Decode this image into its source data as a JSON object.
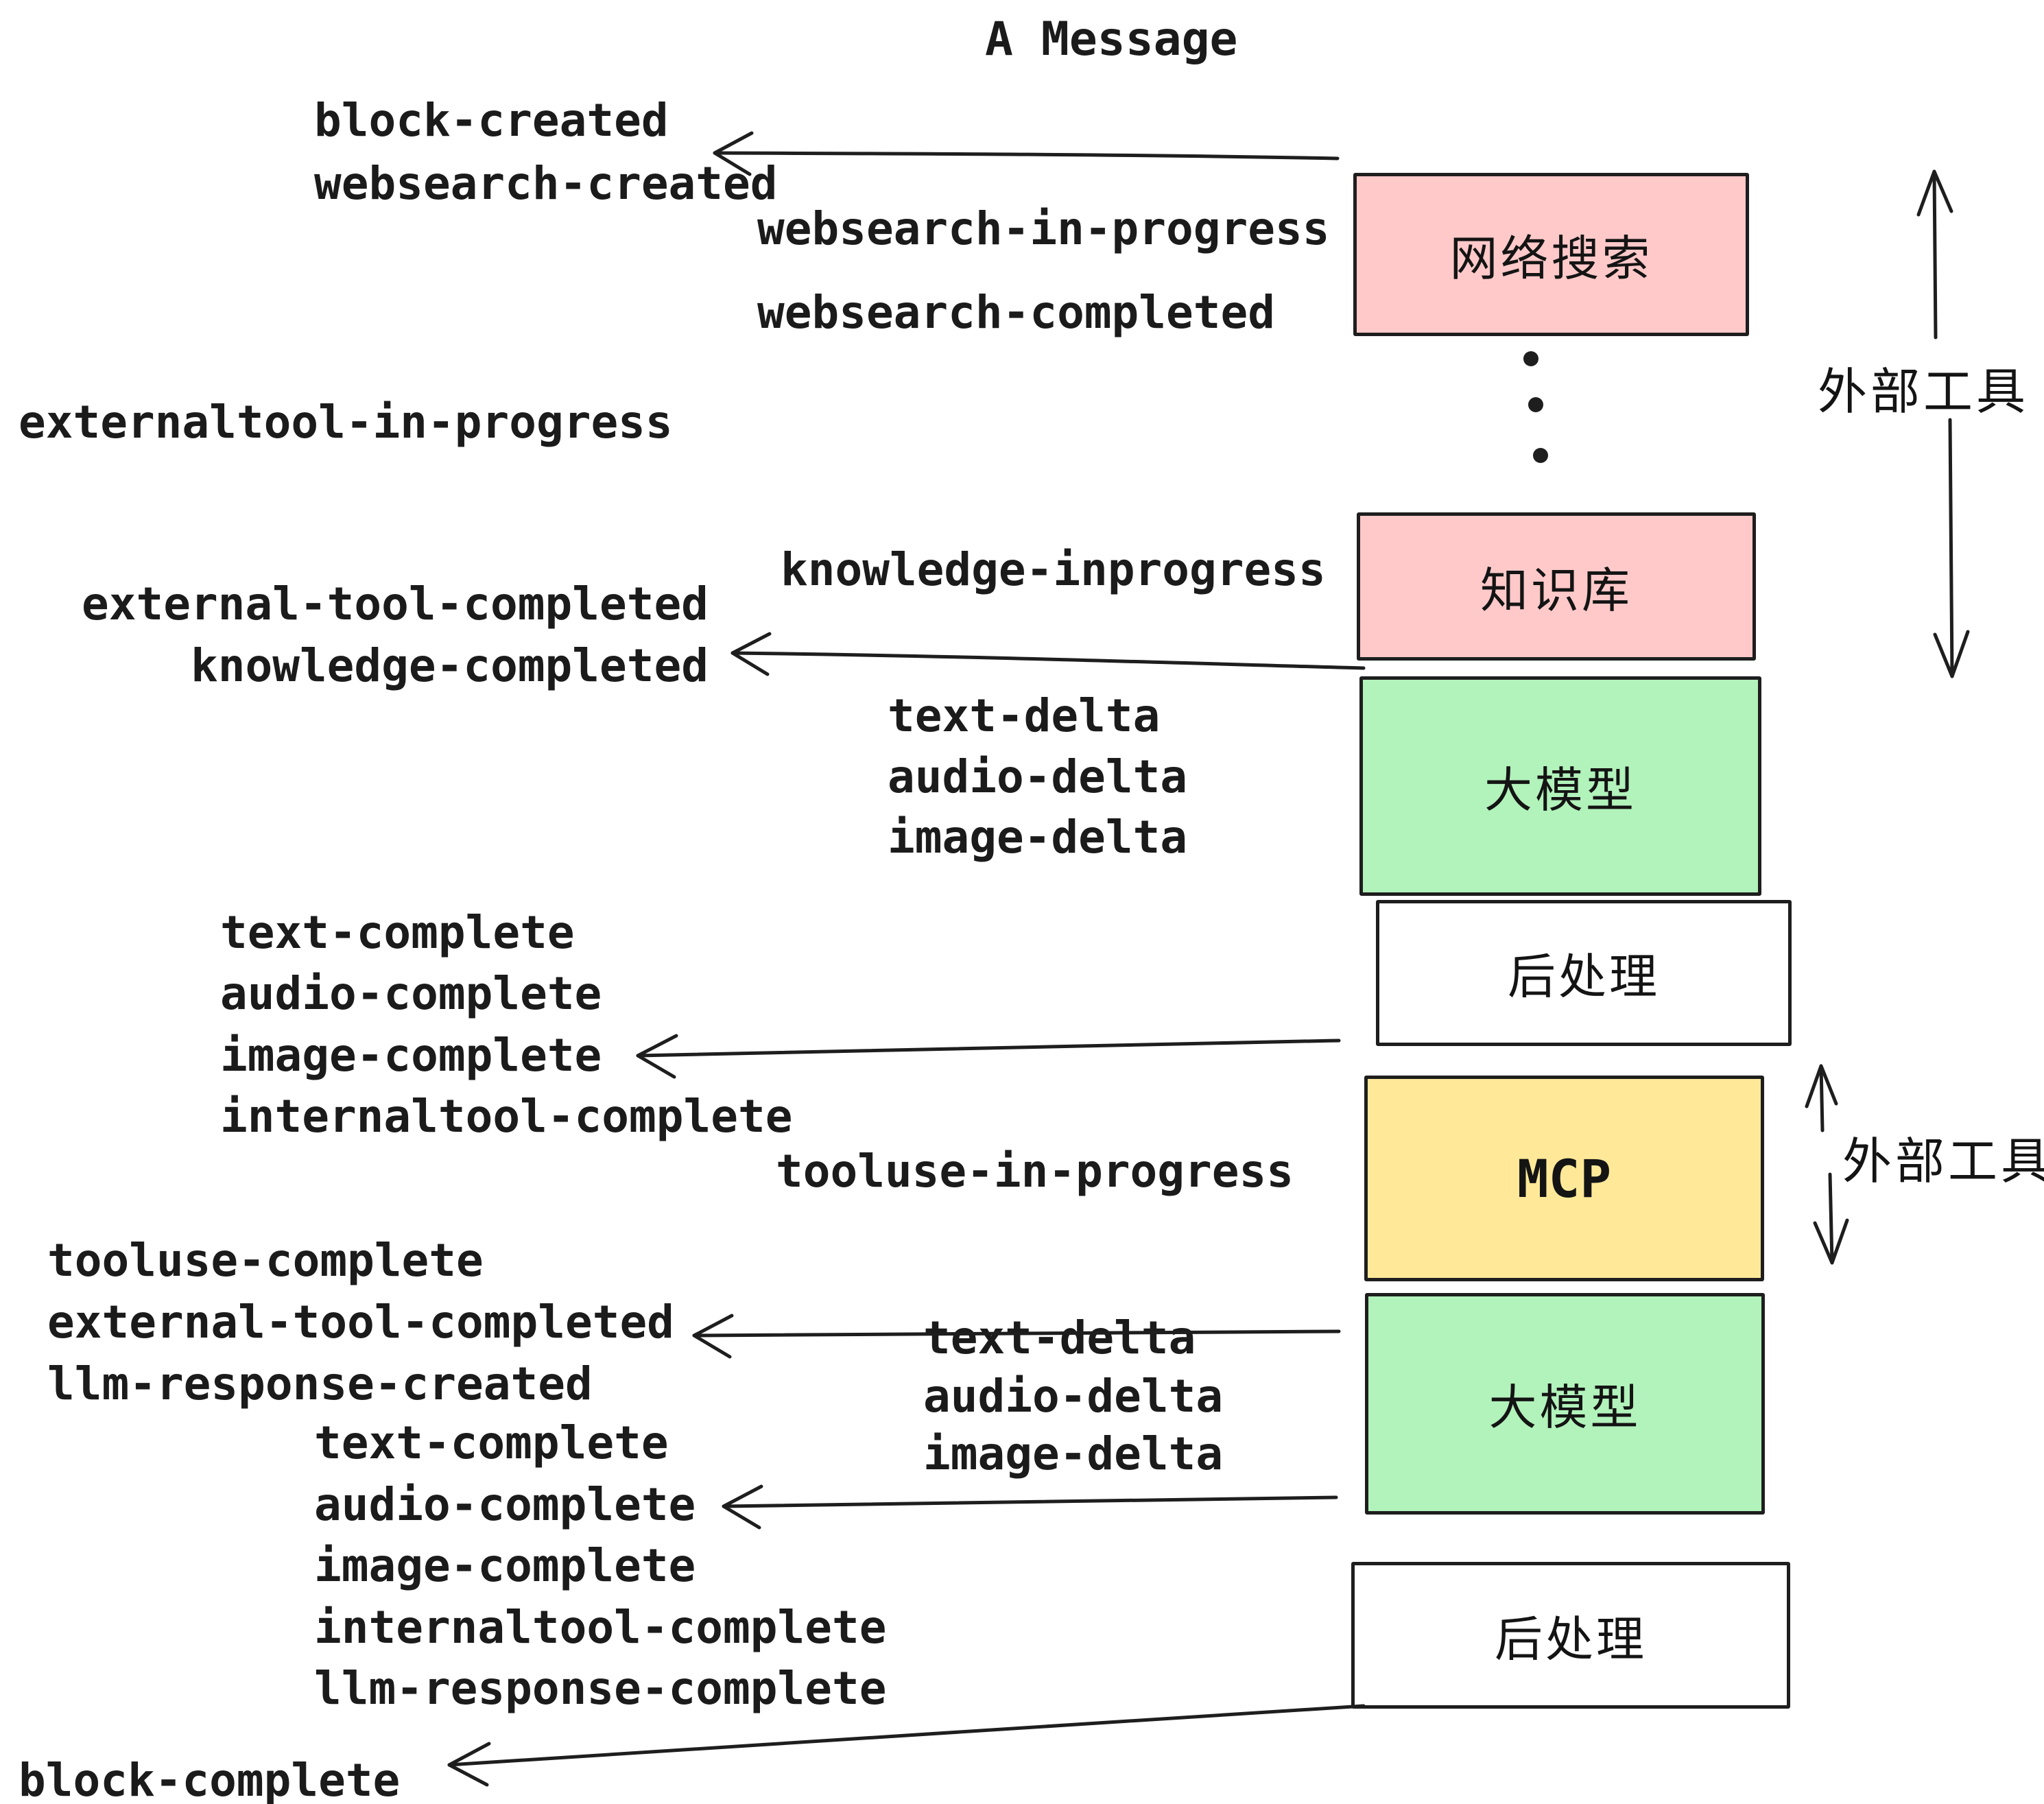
{
  "title": "A Message",
  "colors": {
    "pink": "#ffc9c9",
    "green": "#b2f2bb",
    "yellow": "#ffe999",
    "white": "#ffffff",
    "ink": "#1e1e1e"
  },
  "boxes": [
    {
      "id": "websearch",
      "label": "网络搜索",
      "color": "#ffc9c9"
    },
    {
      "id": "knowledge",
      "label": "知识库",
      "color": "#ffc9c9"
    },
    {
      "id": "llm-1",
      "label": "大模型",
      "color": "#b2f2bb"
    },
    {
      "id": "postprocess-1",
      "label": "后处理",
      "color": "#ffffff"
    },
    {
      "id": "mcp",
      "label": "MCP",
      "color": "#ffe999"
    },
    {
      "id": "llm-2",
      "label": "大模型",
      "color": "#b2f2bb"
    },
    {
      "id": "postprocess-2",
      "label": "后处理",
      "color": "#ffffff"
    }
  ],
  "annotations": {
    "external_tools_top": "外部工具",
    "external_tools_bottom": "外部工具"
  },
  "events": [
    {
      "text": "block-created"
    },
    {
      "text": "websearch-created"
    },
    {
      "text": "websearch-in-progress"
    },
    {
      "text": "websearch-completed"
    },
    {
      "text": "externaltool-in-progress"
    },
    {
      "text": "knowledge-inprogress"
    },
    {
      "text": "external-tool-completed"
    },
    {
      "text": "knowledge-completed"
    },
    {
      "text": "text-delta"
    },
    {
      "text": "audio-delta"
    },
    {
      "text": "image-delta"
    },
    {
      "text": "text-complete"
    },
    {
      "text": "audio-complete"
    },
    {
      "text": "image-complete"
    },
    {
      "text": "internaltool-complete"
    },
    {
      "text": "tooluse-in-progress"
    },
    {
      "text": "tooluse-complete"
    },
    {
      "text": "external-tool-completed"
    },
    {
      "text": "llm-response-created"
    },
    {
      "text": "text-delta"
    },
    {
      "text": "audio-delta"
    },
    {
      "text": "image-delta"
    },
    {
      "text": "text-complete"
    },
    {
      "text": "audio-complete"
    },
    {
      "text": "image-complete"
    },
    {
      "text": "internaltool-complete"
    },
    {
      "text": "llm-response-complete"
    },
    {
      "text": "block-complete"
    }
  ]
}
